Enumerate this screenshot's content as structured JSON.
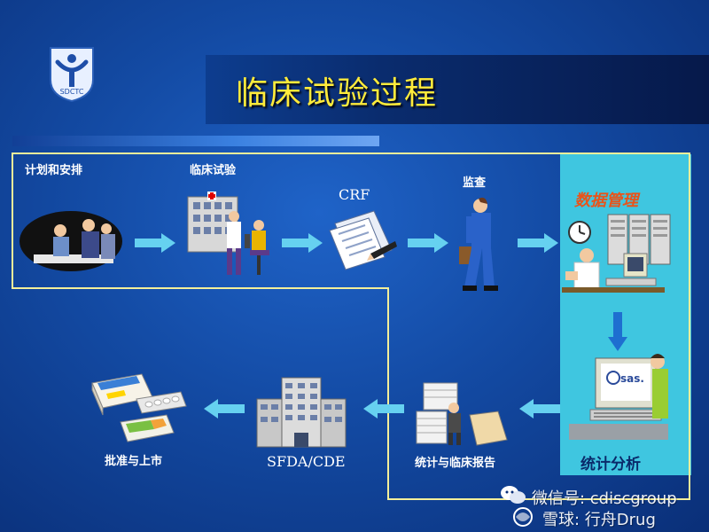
{
  "title": "临床试验过程",
  "logo": {
    "text": "SDCTC",
    "icon": "sdctc-logo-icon"
  },
  "steps": {
    "plan": "计划和安排",
    "trial": "临床试验",
    "crf": "CRF",
    "monitor": "监查",
    "data_mgmt": "数据管理",
    "stats": "统计分析",
    "report": "统计与临床报告",
    "sfda": "SFDA/CDE",
    "approval": "批准与上市"
  },
  "watermark": {
    "line1": "微信号: cdiscgroup",
    "line2": "雪球: 行舟Drug"
  },
  "colors": {
    "title": "#ffeb3b",
    "panel": "#3fc6e0",
    "outline": "#f4ef9a",
    "arrow": "#66d1f0",
    "accent": "#e8541a"
  }
}
